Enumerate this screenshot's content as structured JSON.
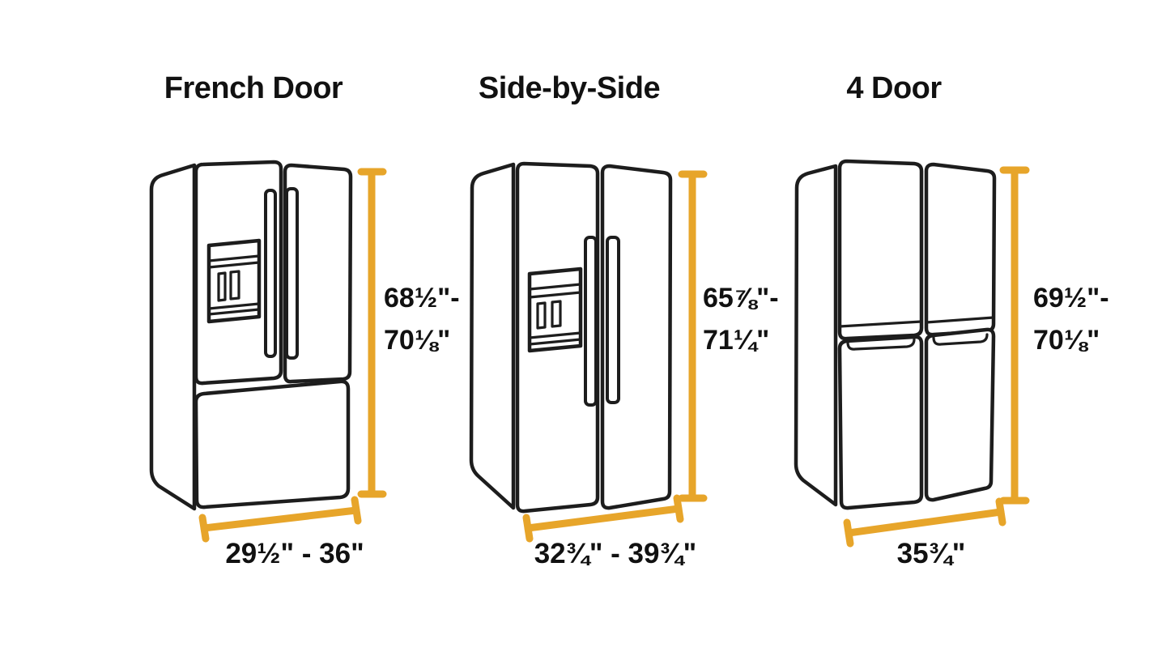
{
  "canvas": {
    "background": "#ffffff",
    "accent_color": "#E7A52A",
    "line_color": "#1d1d1d",
    "text_color": "#111111"
  },
  "fridges": [
    {
      "type": "french-door",
      "title": "French Door",
      "height_label": {
        "line1": "68½\"-",
        "line2": "70⅛\""
      },
      "width_label": "29½\" - 36\""
    },
    {
      "type": "side-by-side",
      "title": "Side-by-Side",
      "height_label": {
        "line1": "65⅞\"-",
        "line2": "71¼\""
      },
      "width_label": "32¾\" - 39¾\""
    },
    {
      "type": "4-door",
      "title": "4 Door",
      "height_label": {
        "line1": "69½\"-",
        "line2": "70⅛\""
      },
      "width_label": "35¾\""
    }
  ]
}
